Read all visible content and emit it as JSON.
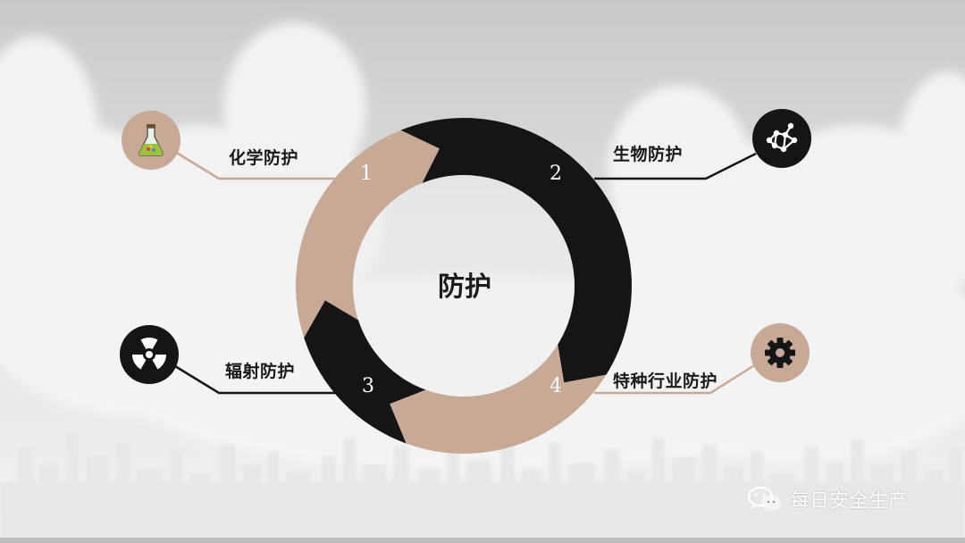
{
  "diagram": {
    "center_label": "防护",
    "segments": [
      {
        "number": "1",
        "label": "化学防护",
        "color": "#c7a995",
        "icon": "chemistry-flask-icon"
      },
      {
        "number": "2",
        "label": "生物防护",
        "color": "#151515",
        "icon": "molecule-icon"
      },
      {
        "number": "3",
        "label": "辐射防护",
        "color": "#151515",
        "icon": "radiation-icon"
      },
      {
        "number": "4",
        "label": "特种行业防护",
        "color": "#c7a995",
        "icon": "gear-icon"
      }
    ]
  },
  "watermark": {
    "text": "每日安全生产",
    "icon": "wechat-icon"
  },
  "colors": {
    "tan": "#c7a995",
    "dark": "#151515",
    "background": "#d6d6d6"
  }
}
